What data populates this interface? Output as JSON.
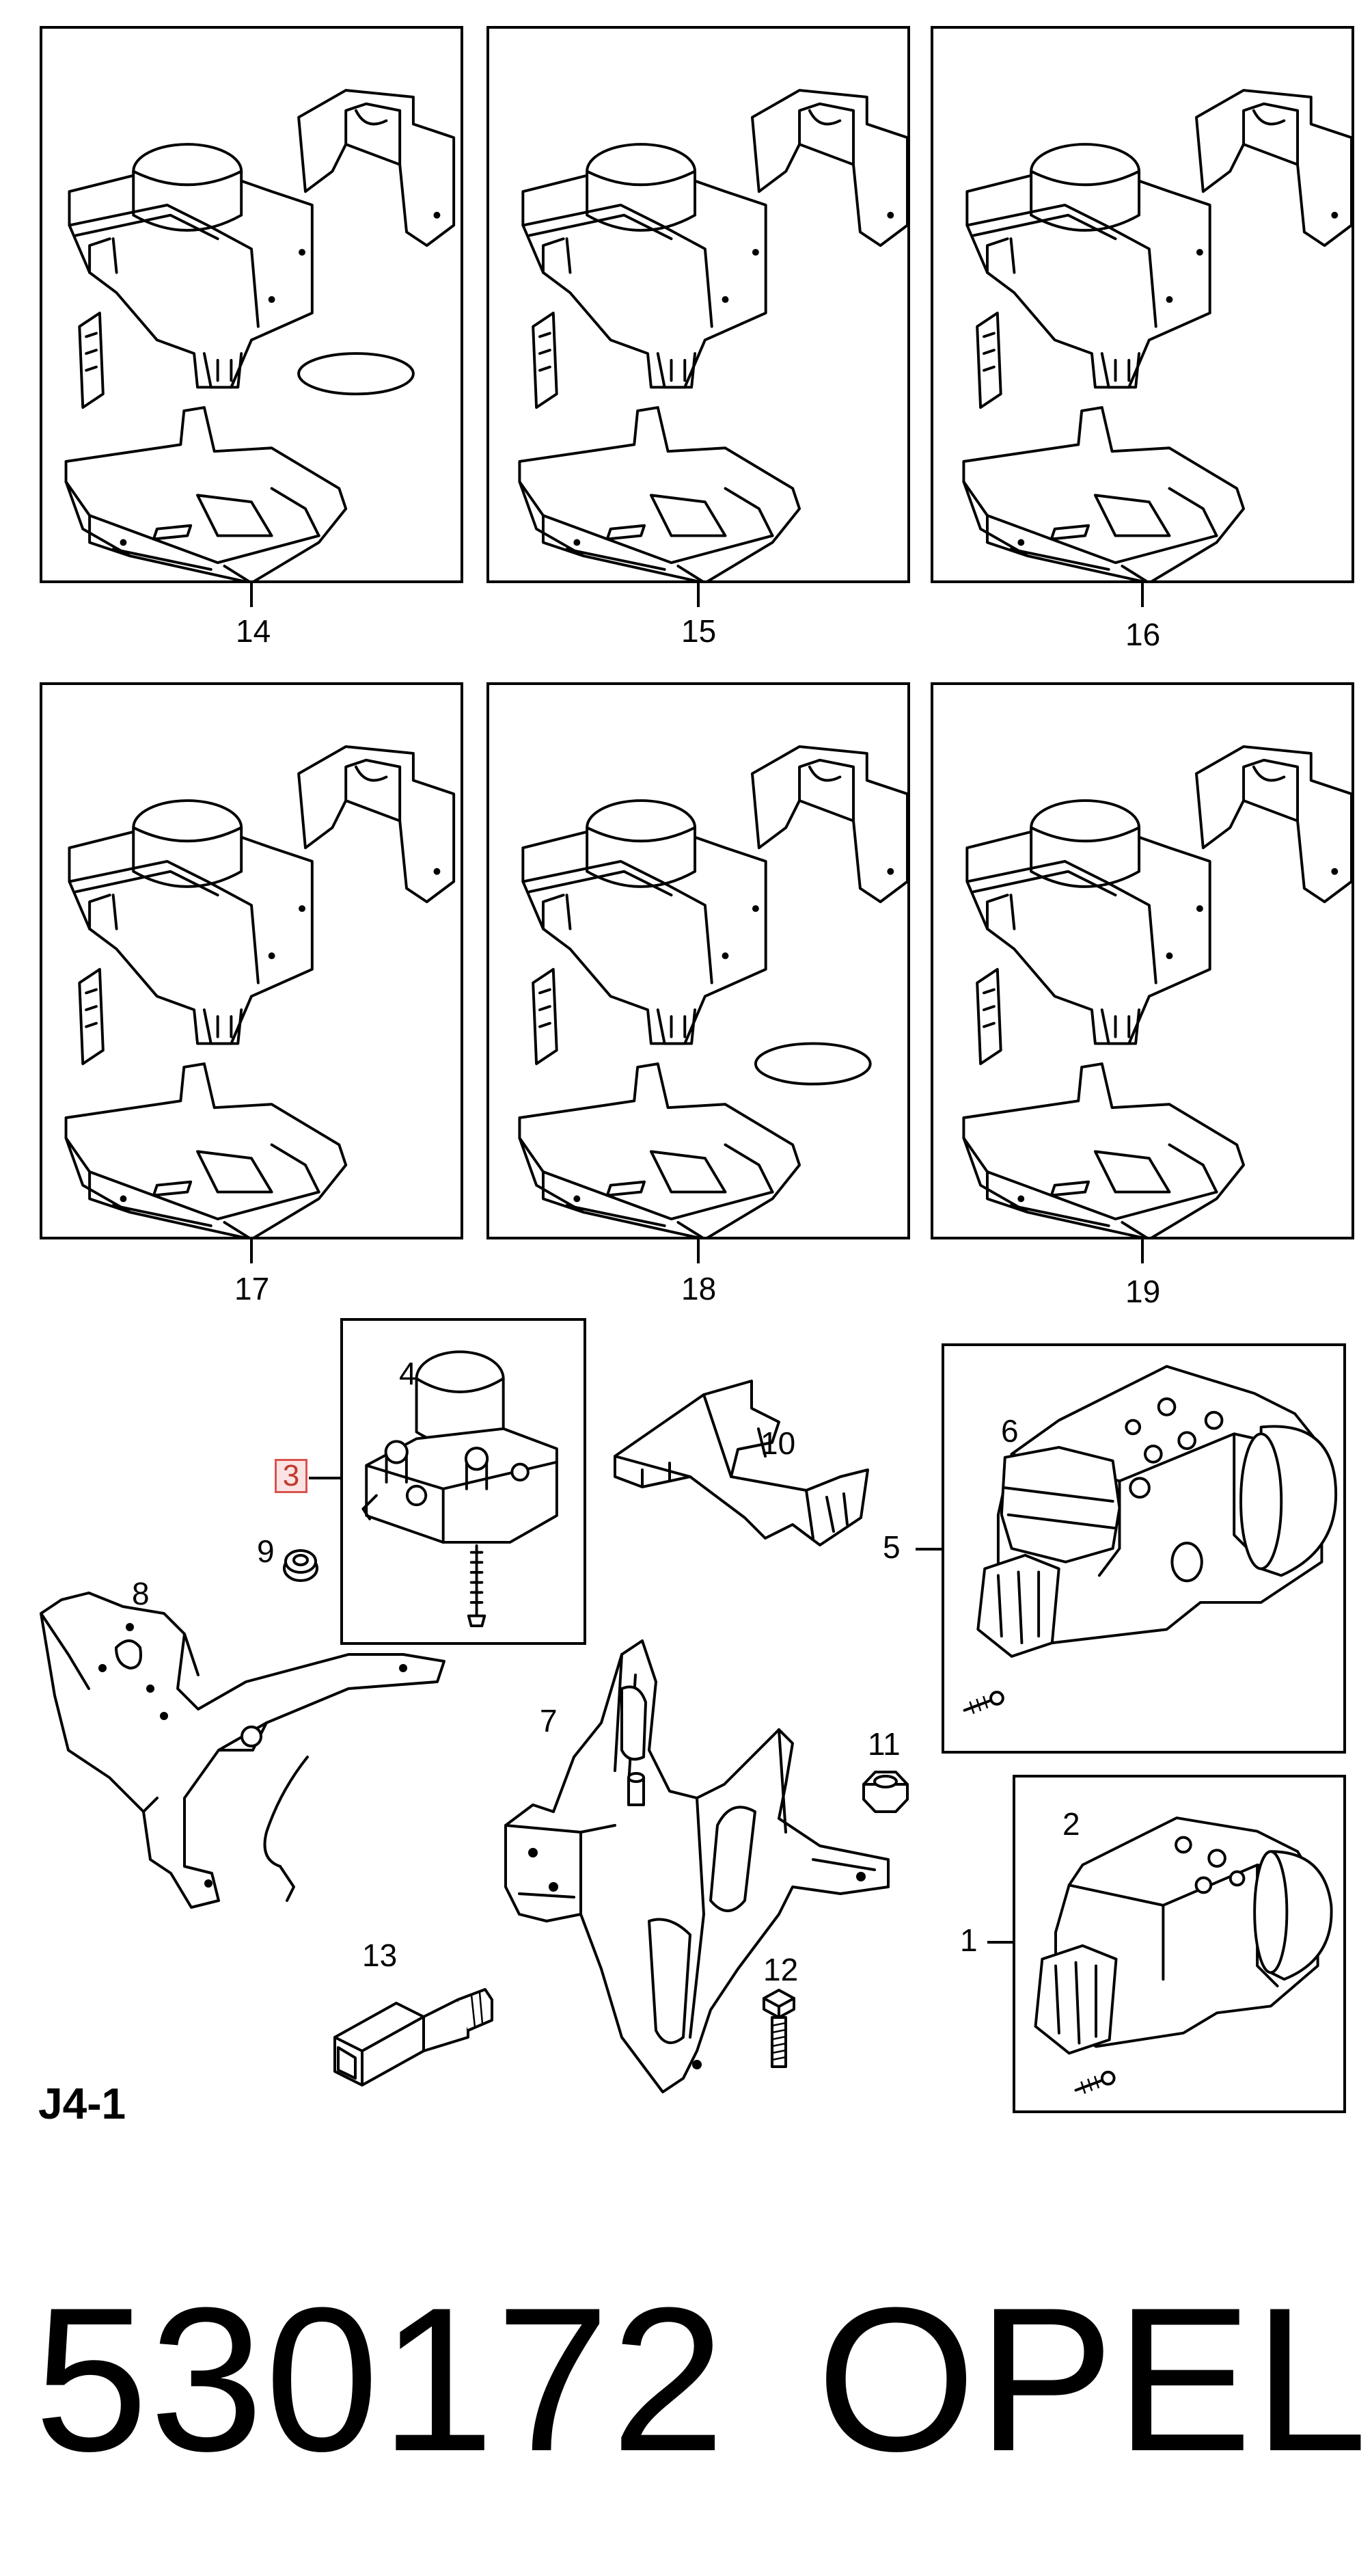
{
  "variant_panels": [
    {
      "callout": "14",
      "has_ring": true
    },
    {
      "callout": "15",
      "has_ring": false
    },
    {
      "callout": "16",
      "has_ring": false
    },
    {
      "callout": "17",
      "has_ring": false
    },
    {
      "callout": "18",
      "has_ring": true
    },
    {
      "callout": "19",
      "has_ring": false
    }
  ],
  "callouts": {
    "c1": "1",
    "c2": "2",
    "c3": "3",
    "c4": "4",
    "c5": "5",
    "c6": "6",
    "c7": "7",
    "c8": "8",
    "c9": "9",
    "c10": "10",
    "c11": "11",
    "c12": "12",
    "c13": "13"
  },
  "highlight_color": "#d9534f",
  "page_code": "J4-1",
  "part_number": "530172",
  "brand": "OPEL"
}
